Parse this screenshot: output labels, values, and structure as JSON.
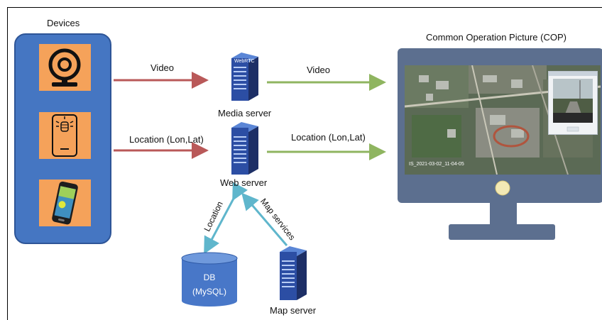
{
  "devices_title": "Devices",
  "devices": [
    {
      "name": "webcam",
      "icon": "webcam-icon"
    },
    {
      "name": "gps-tracker",
      "icon": "gps-device-icon"
    },
    {
      "name": "smartphone",
      "icon": "smartphone-icon"
    }
  ],
  "servers": {
    "media": {
      "label": "Media server",
      "badge": "WebRTC"
    },
    "web": {
      "label": "Web server"
    },
    "map": {
      "label": "Map server"
    }
  },
  "database": {
    "name": "DB",
    "engine": "(MySQL)"
  },
  "arrows": {
    "video_in": "Video",
    "video_out": "Video",
    "location_in": "Location (Lon,Lat)",
    "location_out": "Location (Lon,Lat)",
    "location_db": "Location",
    "map_services": "Map services"
  },
  "cop": {
    "title": "Common Operation Picture (COP)",
    "map_caption": "IS_2021-03-02_11-04-05"
  },
  "colors": {
    "panel": "#4576c2",
    "tile": "#f5a25a",
    "arrow_red": "#b95959",
    "arrow_green": "#8fb560",
    "arrow_blue": "#5fb6cc",
    "monitor": "#5c6f8f"
  }
}
